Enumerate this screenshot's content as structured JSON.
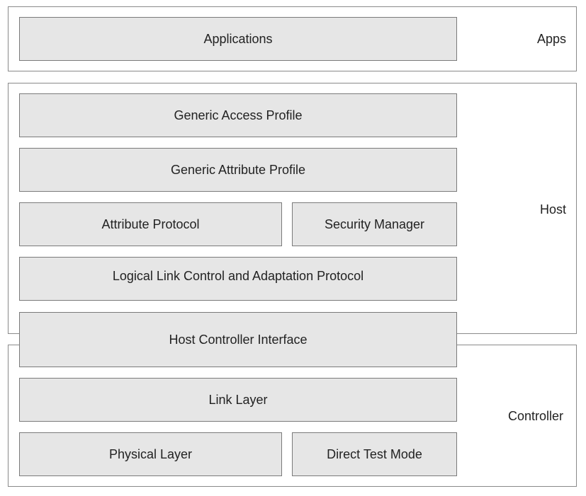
{
  "groups": {
    "apps": {
      "label": "Apps"
    },
    "host": {
      "label": "Host"
    },
    "controller": {
      "label": "Controller"
    }
  },
  "blocks": {
    "applications": "Applications",
    "gap": "Generic Access Profile",
    "gatt": "Generic Attribute Profile",
    "att": "Attribute Protocol",
    "sm": "Security Manager",
    "l2cap": "Logical Link Control and Adaptation Protocol",
    "hci": "Host Controller Interface",
    "ll": "Link Layer",
    "phy": "Physical Layer",
    "dtm": "Direct Test Mode"
  }
}
